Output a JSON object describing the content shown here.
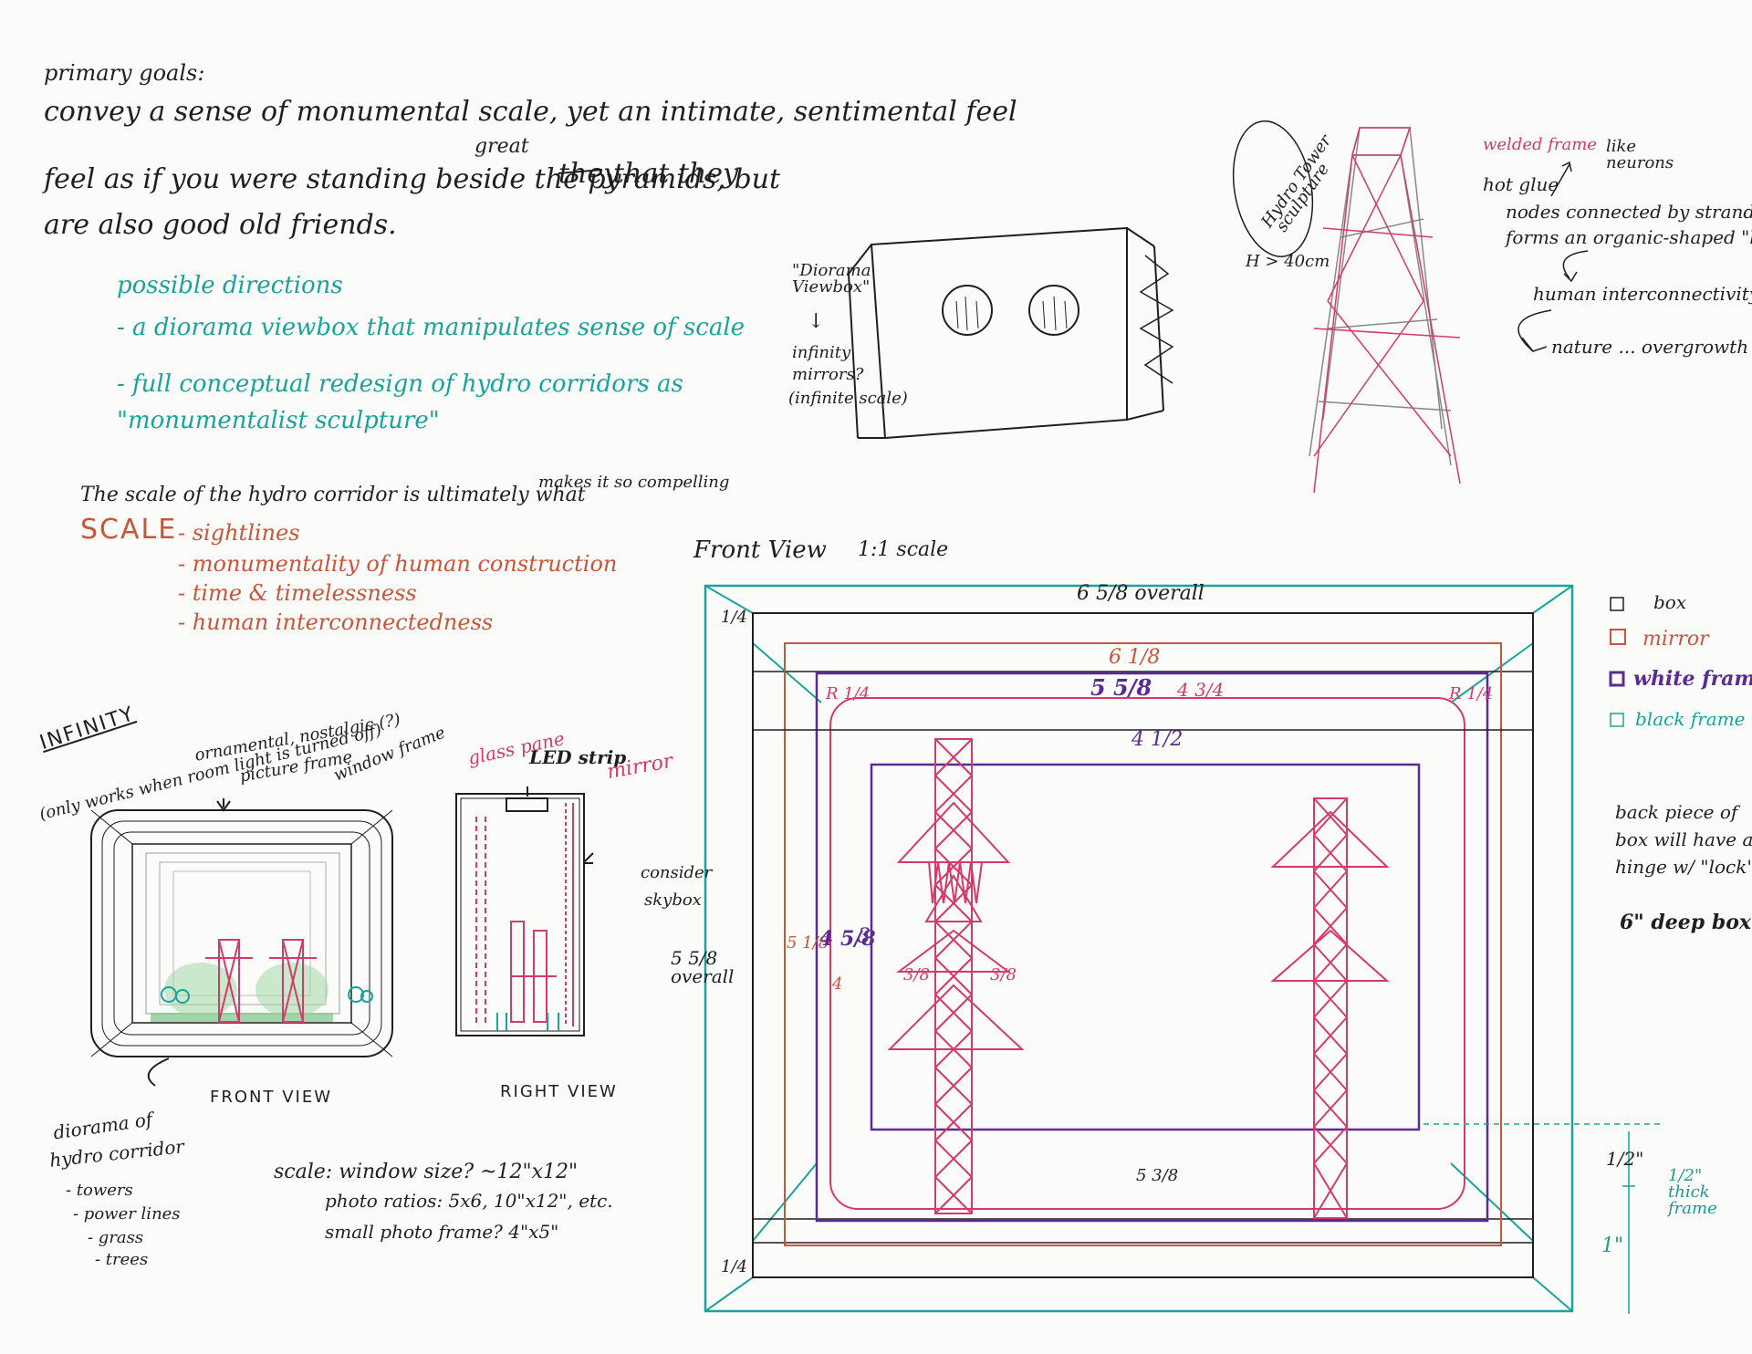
{
  "notes": {
    "goals_heading": "primary goals:",
    "goal_line1": "convey a sense of monumental scale, yet an intimate, sentimental feel",
    "goal_line2_a": "feel as if you were standing beside the pyramids, but",
    "goal_line2_strike": "they",
    "goal_line2_b": "that they",
    "goal_line2_insert": "great",
    "goal_line3": "are also good old friends.",
    "directions_heading": "possible directions",
    "direction1": "- a diorama viewbox that manipulates sense of scale",
    "direction2": "- full conceptual redesign of hydro corridors as",
    "direction3": "\"monumentalist sculpture\"",
    "scale_line_a": "The scale of the hydro corridor is ultimately what",
    "scale_line_b": "makes it so compelling",
    "scale_heading": "SCALE",
    "scale_items": [
      "- sightlines",
      "- monumentality of human construction",
      "- time & timelessness",
      "- human interconnectedness"
    ]
  },
  "infinity_sketch": {
    "heading": "INFINITY",
    "note": "(only works when room light is turned off)",
    "label_ornamental": "ornamental, nostalgic (?)",
    "label_picture_frame": "picture frame",
    "label_window_frame": "window frame",
    "label_glass_pane": "glass pane",
    "label_led": "LED strip",
    "label_mirror": "mirror",
    "label_consider": "consider",
    "label_skybox": "skybox",
    "caption_front": "FRONT VIEW",
    "caption_right": "RIGHT VIEW",
    "diorama_label": [
      "diorama of",
      "hydro corridor",
      "- towers",
      "- power lines",
      "- grass",
      "- trees"
    ],
    "scale_note": [
      "scale: window size? ~12\"x12\"",
      "photo ratios: 5x6, 10\"x12\", etc.",
      "small photo frame? 4\"x5\""
    ]
  },
  "viewbox_sketch": {
    "label": "\"Diorama Viewbox\"",
    "arrow": "↓",
    "note": [
      "infinity",
      "mirrors?",
      "(infinite scale)"
    ]
  },
  "tower_sketch": {
    "label": [
      "Hydro Tower",
      "sculpture"
    ],
    "height": "H > 40cm",
    "welded": "welded frame",
    "hot_glue": "hot glue",
    "nodes": "nodes connected by strands",
    "lattice": "forms an organic-shaped \"lattice\"",
    "neurons": "like neurons",
    "human": "human interconnectivity,",
    "nature": "nature ... overgrowth"
  },
  "front_view": {
    "title": "Front View",
    "scale": "1:1 scale",
    "overall_width": "6 5/8 overall",
    "mirror_width": "6 1/8",
    "frame_width": "5 5/8",
    "inner_width": "4 3/4",
    "window_width": "4 1/2",
    "bottom_width": "5 3/8",
    "radius_label": "R 1/4",
    "left_overall": "5 5/8 overall",
    "left_mirror": "5 1/8",
    "left_frame": "4 5/8",
    "left_inner": "3",
    "left_window": "4",
    "quarter": "1/4",
    "three_eighths": "3/8",
    "half": "1/2\"",
    "one": "1\"",
    "half_frame": "1/2\" thick frame",
    "legend": [
      {
        "label": "box",
        "color": "#1f1f1f"
      },
      {
        "label": "mirror",
        "color": "#c9553a"
      },
      {
        "label": "white frame",
        "color": "#5a2b95"
      },
      {
        "label": "black frame",
        "color": "#1aa39b"
      }
    ],
    "back_note": [
      "back piece of",
      "box will have a",
      "hinge w/ \"lock\""
    ],
    "depth_note": "6\" deep box"
  }
}
